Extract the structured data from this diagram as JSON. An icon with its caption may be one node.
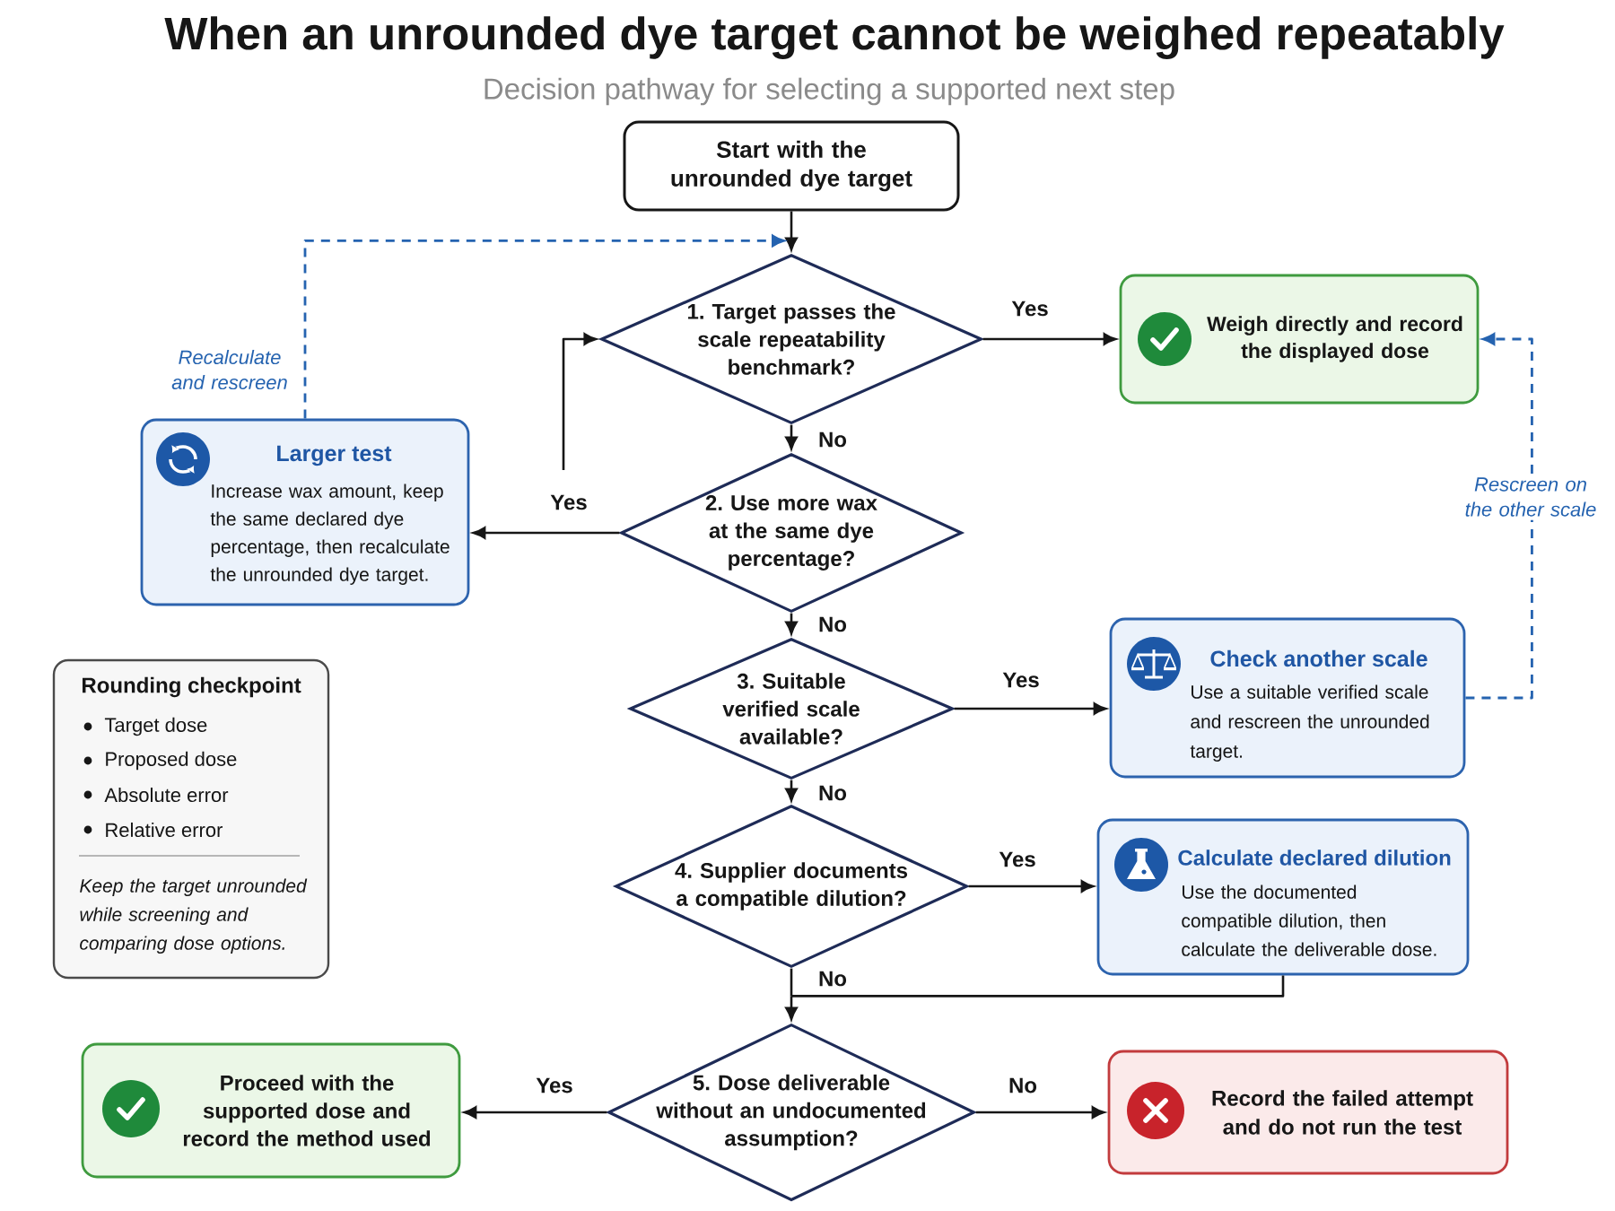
{
  "diagram": {
    "title": "When an unrounded dye target cannot be weighed repeatably",
    "nodes": [
      {
        "text": [
          "Start with the unrounded dye target"
        ]
      },
      {
        "text": [
          "1. Target passes the scale repeatability benchmark?"
        ]
      },
      {
        "text": [
          "Weigh directly and record the displayed dose"
        ]
      },
      {
        "text": [
          "Larger test",
          "Increase wax amount, keep the same declared dye percentage, then recalculate the unrounded dye target."
        ]
      },
      {
        "text": [
          "2. Use more wax at the same dye percentage?"
        ]
      },
      {
        "text": [
          "3. Suitable verified scale available?"
        ]
      },
      {
        "text": [
          "Check another scale",
          "Use a suitable verified scale and rescreen the unrounded target."
        ]
      },
      {
        "text": [
          "Rounding checkpoint",
          "Target dose",
          "Proposed dose",
          "Absolute error",
          "Relative error",
          "Keep the target unrounded while screening and comparing dose options."
        ]
      },
      {
        "text": [
          "4. Supplier documents a compatible dilution?"
        ]
      },
      {
        "text": [
          "Calculate declared dilution",
          "Use the documented compatible dilution, then calculate the deliverable dose."
        ]
      },
      {
        "text": [
          "Proceed with the supported dose and record the method used"
        ]
      },
      {
        "text": [
          "5. Dose deliverable without an undocumented assumption?"
        ]
      },
      {
        "text": [
          "Record the failed attempt and do not run the test"
        ]
      }
    ],
    "edges": [
      {
        "from": 0,
        "to": 1,
        "arrow": "to"
      },
      {
        "from": 1,
        "to": 2,
        "arrow": "to",
        "label": "Yes"
      },
      {
        "from": 1,
        "to": 4,
        "arrow": "to",
        "label": "No"
      },
      {
        "from": 4,
        "to": 3,
        "arrow": "to",
        "label": "Yes"
      },
      {
        "from": null,
        "to": 1,
        "arrow": "to"
      },
      {
        "from": 3,
        "to": 1,
        "arrow": "to",
        "label": "Recalculate and rescreen",
        "style": "dashed",
        "color": "#2563b0"
      },
      {
        "from": 4,
        "to": 5,
        "arrow": "to",
        "label": "No"
      },
      {
        "from": 5,
        "to": 6,
        "arrow": "to",
        "label": "Yes"
      },
      {
        "from": 6,
        "to": 2,
        "arrow": "to",
        "label": "Rescreen on the other scale",
        "style": "dashed",
        "color": "#2563b0"
      },
      {
        "from": 5,
        "to": 8,
        "arrow": "to",
        "label": "No"
      },
      {
        "from": 8,
        "to": 9,
        "arrow": "to",
        "label": "Yes"
      },
      {
        "from": 8,
        "to": 11,
        "arrow": "to",
        "label": "No"
      },
      {
        "from": 9,
        "to": 11,
        "arrow": "to"
      },
      {
        "from": 11,
        "to": 10,
        "arrow": "to",
        "label": "Yes"
      },
      {
        "from": 11,
        "to": 12,
        "arrow": "to",
        "label": "No"
      }
    ],
    "labels": [
      "Decision pathway for selecting a supported next step"
    ]
  }
}
